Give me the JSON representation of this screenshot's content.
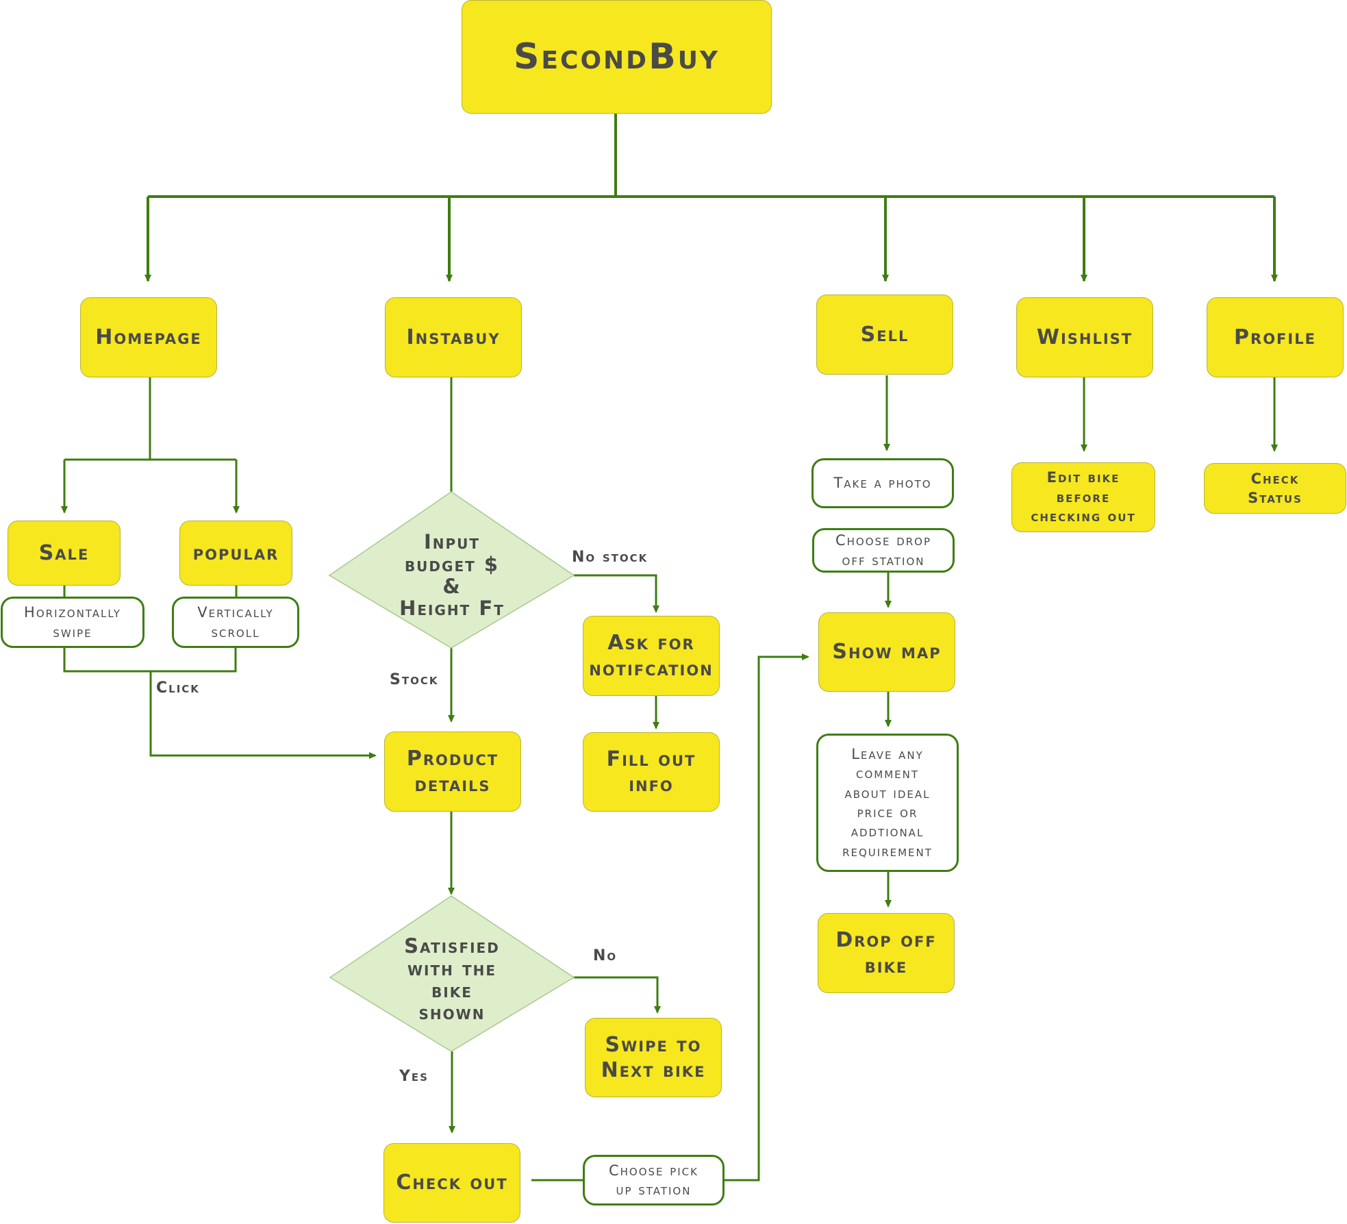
{
  "diagram": {
    "title": "SecondBuy",
    "nav": {
      "homepage": "Homepage",
      "instabuy": "Instabuy",
      "sell": "Sell",
      "wishlist": "Wishlist",
      "profile": "Profile"
    },
    "homepage": {
      "sale": "Sale",
      "popular": "popular",
      "horizontal": "Horizontally\nswipe",
      "vertical": "Vertically\nscroll",
      "click_label": "Click"
    },
    "instabuy": {
      "input_decision": "Input\nbudget $\n&\nHeight Ft",
      "no_stock_label": "No stock",
      "stock_label": "Stock",
      "ask_notification": "Ask for\nnotifcation",
      "fill_out_info": "Fill out\ninfo",
      "product_details": "Product\ndetails",
      "satisfied_decision": "Satisfied\nwith the\nbike\nshown",
      "no_label": "No",
      "yes_label": "Yes",
      "swipe_next": "Swipe to\nNext bike",
      "check_out": "Check out",
      "choose_pickup": "Choose pick\nup station"
    },
    "sell": {
      "take_photo": "Take a photo",
      "choose_dropoff": "Choose drop\noff station",
      "show_map": "Show map",
      "leave_comment": "Leave any\ncomment\nabout ideal\nprice or\naddtional\nrequirement",
      "drop_off_bike": "Drop off\nbike"
    },
    "wishlist": {
      "edit_bike": "Edit bike\nbefore\nchecking out"
    },
    "profile": {
      "check_status": "Check\nStatus"
    },
    "colors": {
      "node_fill": "#f6e71f",
      "node_border": "#b8b33a",
      "decision_fill": "#deeecb",
      "connector": "#3e7d12",
      "text": "#4a4a48"
    }
  }
}
